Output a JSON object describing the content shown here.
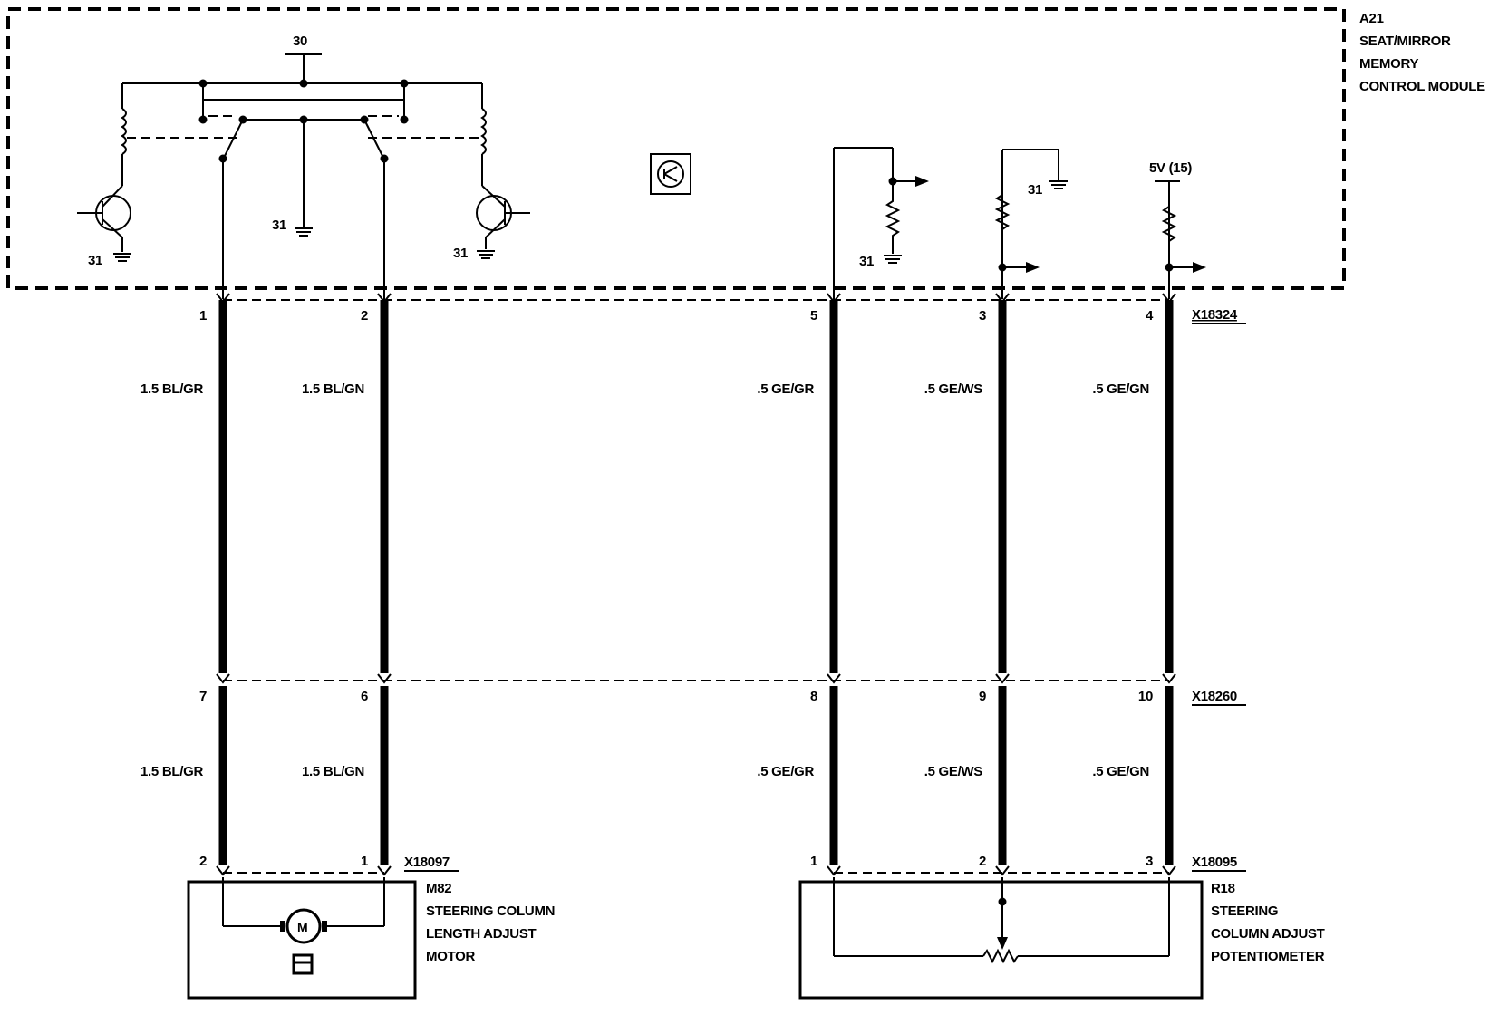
{
  "module": {
    "id": "A21",
    "name_line1": "SEAT/MIRROR",
    "name_line2": "MEMORY",
    "name_line3": "CONTROL MODULE",
    "supply_30": "30",
    "ground_31": "31",
    "supply_5v": "5V (15)"
  },
  "connectors": {
    "top": "X18324",
    "middle": "X18260",
    "motor": "X18097",
    "pot": "X18095"
  },
  "wires": [
    {
      "top_pin": "1",
      "mid_pin": "7",
      "bottom_pin": "2",
      "label_upper": "1.5 BL/GR",
      "label_lower": "1.5 BL/GR"
    },
    {
      "top_pin": "2",
      "mid_pin": "6",
      "bottom_pin": "1",
      "label_upper": "1.5 BL/GN",
      "label_lower": "1.5 BL/GN"
    },
    {
      "top_pin": "5",
      "mid_pin": "8",
      "bottom_pin": "1",
      "label_upper": ".5 GE/GR",
      "label_lower": ".5 GE/GR"
    },
    {
      "top_pin": "3",
      "mid_pin": "9",
      "bottom_pin": "2",
      "label_upper": ".5 GE/WS",
      "label_lower": ".5 GE/WS"
    },
    {
      "top_pin": "4",
      "mid_pin": "10",
      "bottom_pin": "3",
      "label_upper": ".5 GE/GN",
      "label_lower": ".5 GE/GN"
    }
  ],
  "motor": {
    "id": "M82",
    "line1": "STEERING COLUMN",
    "line2": "LENGTH ADJUST",
    "line3": "MOTOR",
    "symbol": "M"
  },
  "potentiometer": {
    "id": "R18",
    "line1": "STEERING",
    "line2": "COLUMN ADJUST",
    "line3": "POTENTIOMETER"
  }
}
